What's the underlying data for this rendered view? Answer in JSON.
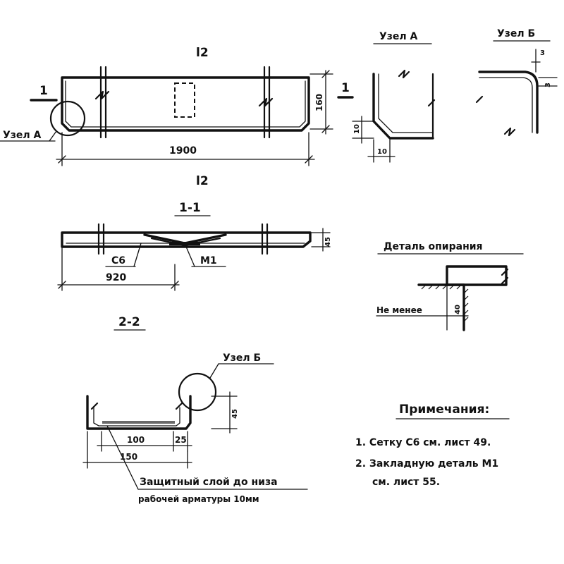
{
  "labels": {
    "l2_top": "l2",
    "l2_bottom": "l2",
    "section_mark_left": "1",
    "section_mark_mid": "1",
    "uzel_a_callout": "Узел А",
    "uzel_a_title": "Узел А",
    "uzel_b_title": "Узел Б",
    "uzel_b_callout": "Узел Б",
    "section_1_1": "1-1",
    "section_2_2": "2-2",
    "mesh_c6": "С6",
    "part_m1": "М1",
    "detail_title": "Деталь опирания",
    "not_less": "Не менее",
    "protective_line1": "Защитный слой до низа",
    "protective_line2": "рабочей арматуры 10мм"
  },
  "dimensions": {
    "plan_length": "1900",
    "plan_height": "160",
    "uzel_a_vertical": "10",
    "uzel_a_horizontal": "10",
    "uzel_b_top": "3",
    "uzel_b_side": "3",
    "section_1_1_thickness": "45",
    "section_1_1_half": "920",
    "section_2_2_height": "45",
    "section_2_2_inner": "100",
    "section_2_2_offset": "25",
    "section_2_2_width": "150",
    "bearing_min": "40"
  },
  "notes": {
    "title": "Примечания:",
    "items": [
      "1. Сетку С6 см. лист 49.",
      "2. Закладную деталь М1",
      "см. лист 55."
    ]
  }
}
